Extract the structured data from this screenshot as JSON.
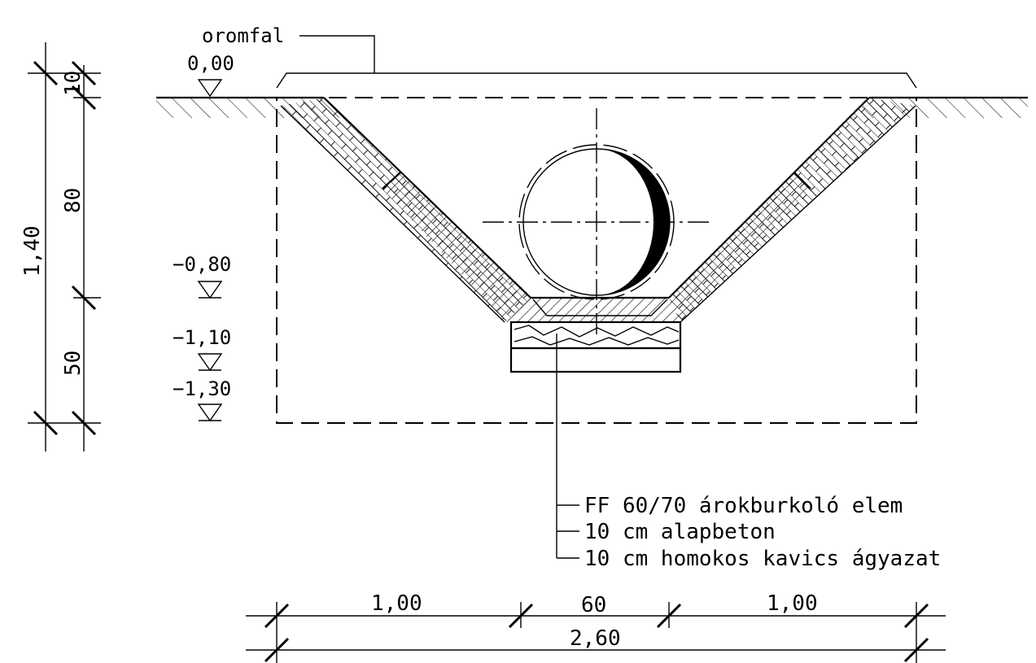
{
  "labels": {
    "gable_wall": "oromfal",
    "level_top": "0,00",
    "level_080": "−0,80",
    "level_110": "−1,10",
    "level_130": "−1,30"
  },
  "vertical_dims": {
    "total": "1,40",
    "top": "10",
    "middle": "80",
    "bottom": "50"
  },
  "horizontal_dims": {
    "left": "1,00",
    "center": "60",
    "right": "1,00",
    "total": "2,60"
  },
  "layers": [
    "FF 60/70 árokburkoló elem",
    "10 cm alapbeton",
    "10 cm homokos kavics ágyazat"
  ]
}
